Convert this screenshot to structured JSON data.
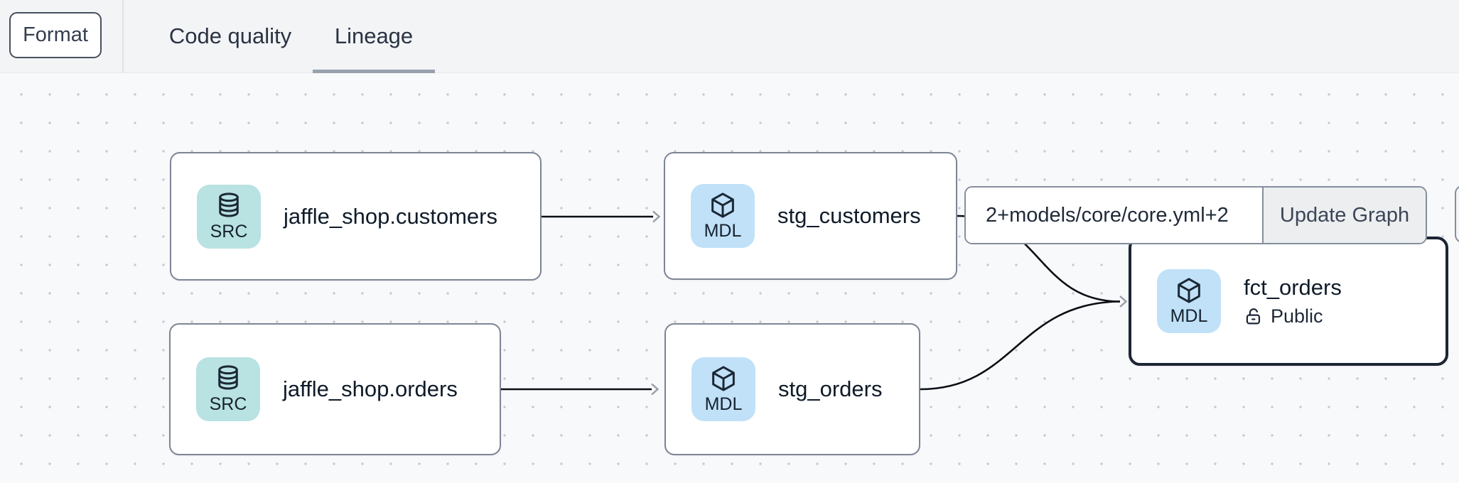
{
  "header": {
    "format_label": "Format",
    "tabs": [
      {
        "label": "Code quality",
        "active": false
      },
      {
        "label": "Lineage",
        "active": true
      }
    ]
  },
  "toolbar": {
    "selector_value": "2+models/core/core.yml+2",
    "update_label": "Update Graph"
  },
  "graph": {
    "nodes": [
      {
        "badge": "SRC",
        "icon": "database-icon",
        "title": "jaffle_shop.customers"
      },
      {
        "badge": "SRC",
        "icon": "database-icon",
        "title": "jaffle_shop.orders"
      },
      {
        "badge": "MDL",
        "icon": "cube-icon",
        "title": "stg_customers"
      },
      {
        "badge": "MDL",
        "icon": "cube-icon",
        "title": "stg_orders"
      },
      {
        "badge": "MDL",
        "icon": "cube-icon",
        "title": "fct_orders",
        "access": "Public",
        "selected": true
      }
    ],
    "edges": [
      {
        "from": "jaffle_shop.customers",
        "to": "stg_customers"
      },
      {
        "from": "jaffle_shop.orders",
        "to": "stg_orders"
      },
      {
        "from": "stg_customers",
        "to": "fct_orders"
      },
      {
        "from": "stg_orders",
        "to": "fct_orders"
      }
    ]
  },
  "colors": {
    "src_badge": "#b9e2e2",
    "mdl_badge": "#c0e1f8",
    "node_border": "#7d8595",
    "selected_border": "#1c2534",
    "edge": "#0b0f15",
    "arrowhead": "#969da8",
    "tab_underline": "#99a1ae",
    "header_bg": "#f3f4f6",
    "canvas_bg": "#f8f9fa"
  }
}
